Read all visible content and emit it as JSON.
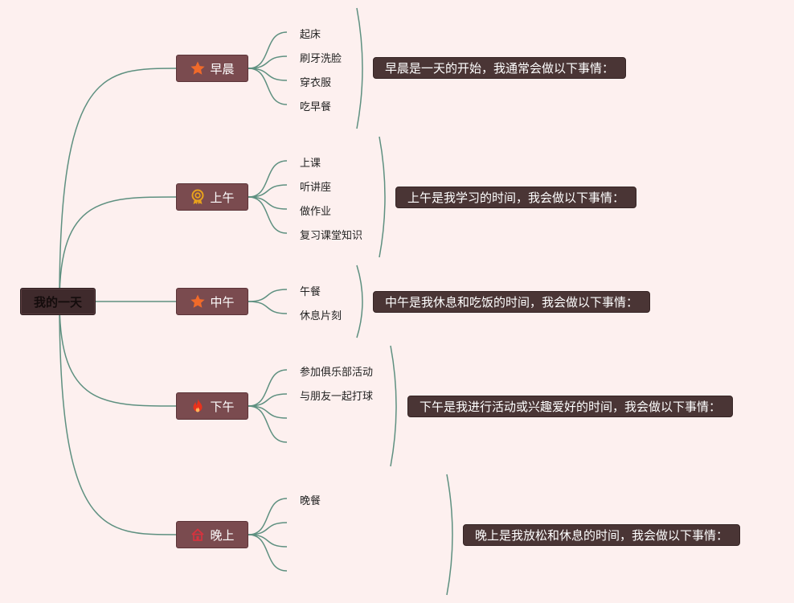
{
  "root": {
    "label": "我的一天"
  },
  "branches": [
    {
      "label": "早晨",
      "icon": "star-icon",
      "icon_color": "#f06a2a",
      "items": [
        "起床",
        "刷牙洗脸",
        "穿衣服",
        "吃早餐"
      ],
      "note": "早晨是一天的开始，我通常会做以下事情："
    },
    {
      "label": "上午",
      "icon": "medal-icon",
      "icon_color": "#e8a21c",
      "items": [
        "上课",
        "听讲座",
        "做作业",
        "复习课堂知识"
      ],
      "note": "上午是我学习的时间，我会做以下事情："
    },
    {
      "label": "中午",
      "icon": "star-icon",
      "icon_color": "#f06a2a",
      "items": [
        "午餐",
        "休息片刻"
      ],
      "note": "中午是我休息和吃饭的时间，我会做以下事情："
    },
    {
      "label": "下午",
      "icon": "flame-icon",
      "icon_color": "#e8321c",
      "items": [
        "参加俱乐部活动",
        "与朋友一起打球",
        "",
        ""
      ],
      "note": "下午是我进行活动或兴趣爱好的时间，我会做以下事情："
    },
    {
      "label": "晚上",
      "icon": "house-icon",
      "icon_color": "#d8323e",
      "items": [
        "晚餐",
        "",
        "",
        ""
      ],
      "note": "晚上是我放松和休息的时间，我会做以下事情："
    }
  ],
  "colors": {
    "background": "#fdf0ef",
    "line": "#5e9080",
    "main_fill": "#7a4b4f",
    "note_fill": "#4a3535"
  }
}
